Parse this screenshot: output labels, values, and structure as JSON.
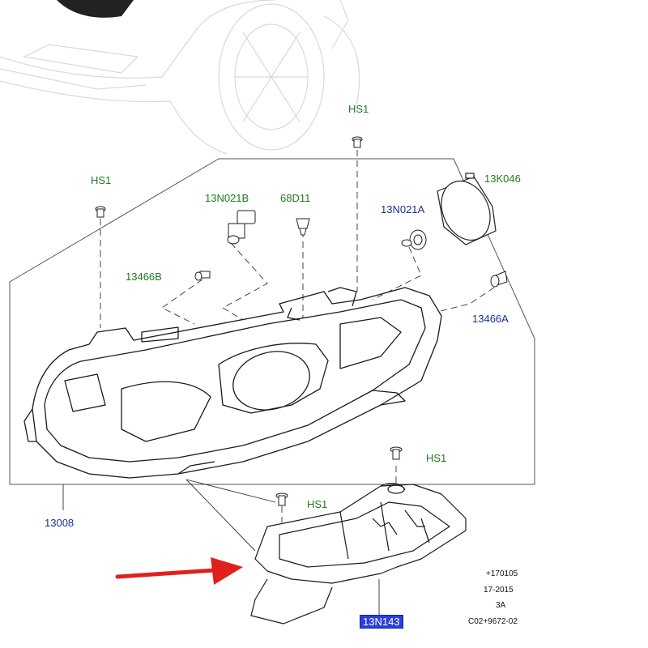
{
  "callouts": {
    "hs1_top": "HS1",
    "hs1_left": "HS1",
    "hs1_right_lower": "HS1",
    "hs1_mid_lower": "HS1",
    "bulb_13n021b": "13N021B",
    "clip_68d11": "68D11",
    "bulb_13n021a": "13N021A",
    "cap_13k046": "13K046",
    "bulb_13466b": "13466B",
    "bulb_13466a": "13466A",
    "headlamp_13008": "13008",
    "shield_13n143": "13N143"
  },
  "drawing_code": {
    "line1": "+170105",
    "line2": "17-2015",
    "line3": "3A",
    "line4": "C02+9672-02"
  },
  "colors": {
    "green_label": "#1f7a1f",
    "blue_label": "#1f2f9a",
    "highlight": "#2a3fe0",
    "arrow": "#e0201c"
  }
}
